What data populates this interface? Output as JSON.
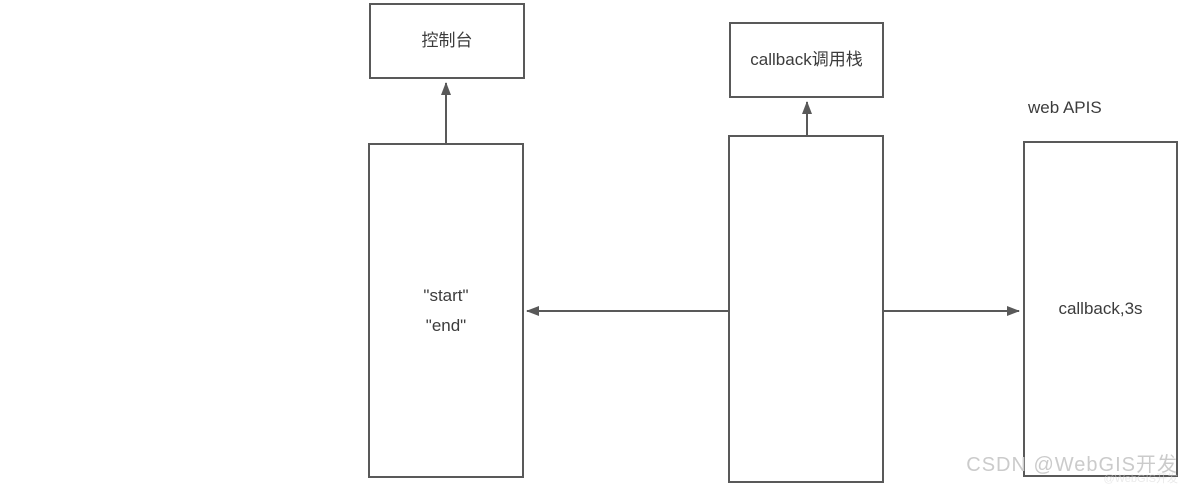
{
  "diagram": {
    "console_box": {
      "label": "控制台"
    },
    "output_box": {
      "lines": [
        "\"start\"",
        "\"end\""
      ]
    },
    "callstack_box": {
      "label": "callback调用栈"
    },
    "stack_box": {
      "label": ""
    },
    "webapis": {
      "label": "web APIS",
      "box_text": "callback,3s"
    },
    "arrows": [
      {
        "name": "arrow-output-to-console",
        "direction": "up"
      },
      {
        "name": "arrow-stack-to-callstack",
        "direction": "up"
      },
      {
        "name": "arrow-stack-to-output",
        "direction": "left"
      },
      {
        "name": "arrow-stack-to-webapis",
        "direction": "right"
      }
    ]
  },
  "watermark": {
    "main": "CSDN @WebGIS开发",
    "sub": "@WebGIS开发"
  },
  "colors": {
    "border": "#595959",
    "text": "#3c3c3c",
    "watermark": "#cbcbcb",
    "background": "#ffffff"
  }
}
